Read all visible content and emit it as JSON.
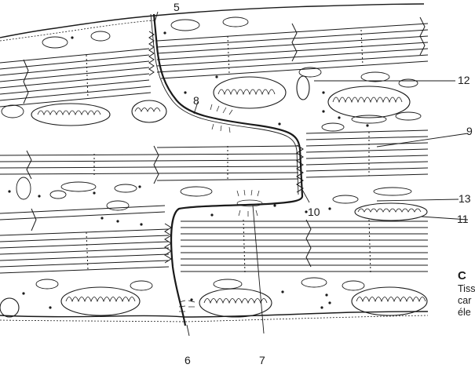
{
  "labels": {
    "n5": "5",
    "n6": "6",
    "n7": "7",
    "n8": "8",
    "n9": "9",
    "n10": "10",
    "n11": "11",
    "n12": "12",
    "n13": "13"
  },
  "caption": {
    "letter": "C",
    "line1": "Tiss",
    "line2": "car",
    "line3": "éle"
  },
  "colors": {
    "ink": "#1a1a1a",
    "paper": "#ffffff"
  }
}
